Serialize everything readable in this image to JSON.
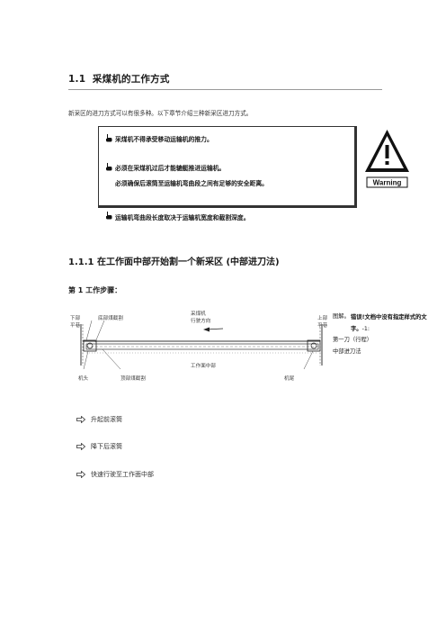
{
  "section": {
    "number": "1.1",
    "title": "采煤机的工作方式",
    "intro": "新采区的进刀方式可以有很多种。以下章节介绍三种新采区进刀方式。"
  },
  "warning_box": {
    "lines": [
      "采煤机不得承受移动运输机的推力。",
      "必须在采煤机过后才能辘艇推进运输机。",
      "必须确保后滚筒至运输机弯曲段之间有足够的安全距离。",
      "运输机弯曲段长度取决于运输机宽度和截割深度。"
    ]
  },
  "warning_sign": {
    "label": "Warning",
    "icon": "warning-triangle-icon"
  },
  "subsection": {
    "number": "1.1.1",
    "title": "在工作面中部开始割一个新采区 (中部进刀法)"
  },
  "step_heading": "第 1 工作步骤：",
  "diagram": {
    "labels": {
      "lower_left_1": "下部",
      "lower_left_2": "平巷",
      "bottom_cut": "底部煤截割",
      "shearer_1": "采煤机",
      "shearer_2": "行驶方向",
      "upper_right_1": "上部",
      "upper_right_2": "平巷",
      "face_middle": "工作面中部",
      "head": "机头",
      "top_cut": "顶部煤截割",
      "tail": "机尾"
    },
    "caption": {
      "prefix": "图解。",
      "error": "错误!文档中没有指定样式的文字。",
      "suffix": "-1:",
      "line2": "第一刀（行程）",
      "line3": "中部进刀法"
    }
  },
  "steps": [
    "升起前滚筒",
    "降下后滚筒",
    "快速行驶至工作面中部"
  ],
  "colors": {
    "accent": "#1a1a1a",
    "rule": "#9a9a9a"
  }
}
